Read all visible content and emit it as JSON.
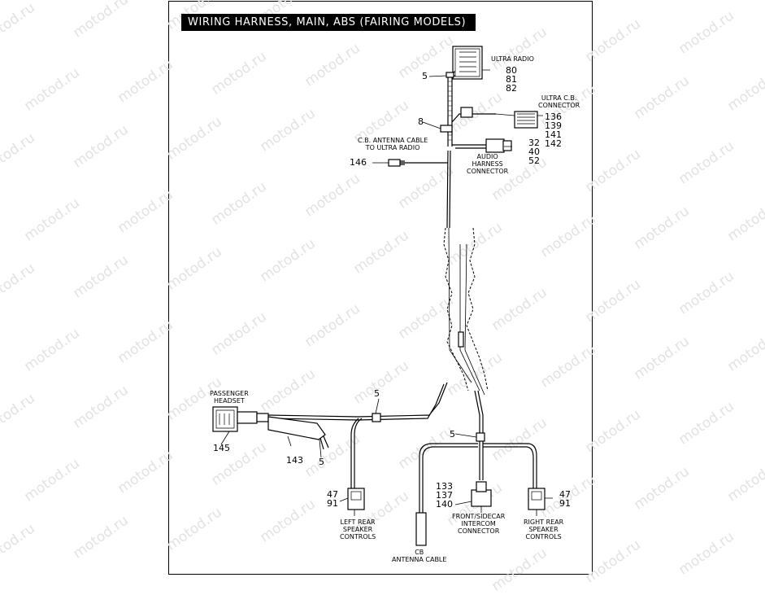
{
  "title": "WIRING HARNESS, MAIN, ABS (FAIRING MODELS)",
  "watermark": "motod.ru",
  "labels": {
    "ultra_radio": "ULTRA RADIO",
    "ultra_cb_connector": [
      "ULTRA C.B.",
      "CONNECTOR"
    ],
    "cb_antenna_cable_to_radio": [
      "C.B. ANTENNA CABLE",
      "TO ULTRA RADIO"
    ],
    "audio_harness_connector": [
      "AUDIO",
      "HARNESS",
      "CONNECTOR"
    ],
    "passenger_headset": [
      "PASSENGER",
      "HEADSET"
    ],
    "left_rear_speaker_controls": [
      "LEFT REAR",
      "SPEAKER",
      "CONTROLS"
    ],
    "front_sidecar_intercom_connector": [
      "FRONT/SIDECAR",
      "INTERCOM",
      "CONNECTOR"
    ],
    "right_rear_speaker_controls": [
      "RIGHT REAR",
      "SPEAKER",
      "CONTROLS"
    ],
    "cb_antenna_cable": [
      "CB",
      "ANTENNA CABLE"
    ]
  },
  "callouts": {
    "clip_top": "5",
    "ultra_radio_parts": [
      "80",
      "81",
      "82"
    ],
    "tee_clip": "8",
    "cb_connector_parts": [
      "136",
      "139",
      "141",
      "142"
    ],
    "audio_parts": [
      "32",
      "40",
      "52"
    ],
    "antenna_plug": "146",
    "clip_left": "5",
    "clip_right": "5",
    "headset_part": "145",
    "sleeve_part": "143",
    "sleeve_clip": "5",
    "left_speaker_parts": [
      "47",
      "91"
    ],
    "intercom_parts": [
      "133",
      "137",
      "140"
    ],
    "right_speaker_parts": [
      "47",
      "91"
    ]
  }
}
